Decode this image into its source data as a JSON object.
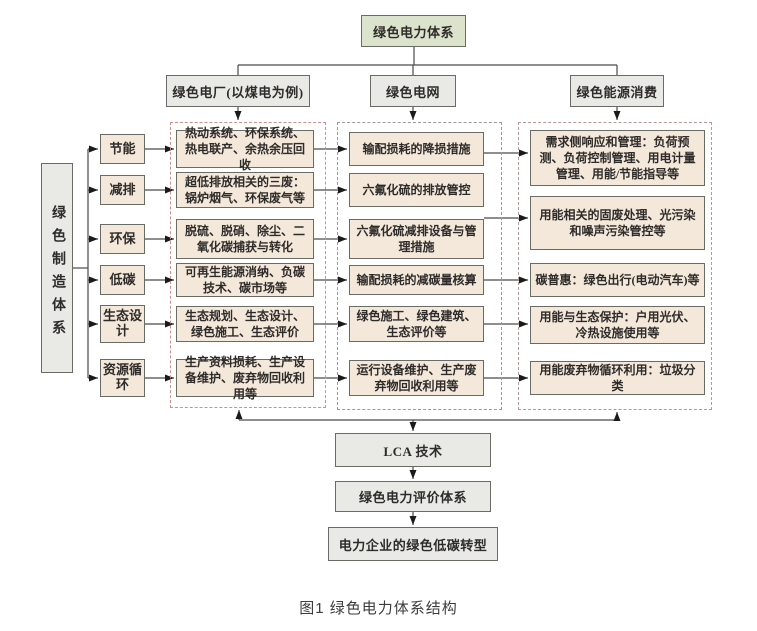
{
  "root": "绿色电力体系",
  "left_system": "绿色制造体系",
  "categories": [
    "节能",
    "减排",
    "环保",
    "低碳",
    "生态设计",
    "资源循环"
  ],
  "columns": [
    {
      "header": "绿色电厂(以煤电为例)",
      "boxes": [
        "热动系统、环保系统、热电联产、余热余压回收",
        "超低排放相关的三废：锅炉烟气、环保废气等",
        "脱硫、脱硝、除尘、二氧化碳捕获与转化",
        "可再生能源消纳、负碳技术、碳市场等",
        "生态规划、生态设计、绿色施工、生态评价",
        "生产资料损耗、生产设备维护、废弃物回收利用等"
      ]
    },
    {
      "header": "绿色电网",
      "boxes": [
        "输配损耗的降损措施",
        "六氟化硫的排放管控",
        "六氟化硫减排设备与管理措施",
        "输配损耗的减碳量核算",
        "绿色施工、绿色建筑、生态评价等",
        "运行设备维护、生产废弃物回收利用等"
      ]
    },
    {
      "header": "绿色能源消费",
      "boxes": [
        "需求侧响应和管理：负荷预测、负荷控制管理、用电计量管理、用能/节能指导等",
        "用能相关的固废处理、光污染和噪声污染管控等",
        "碳普惠：绿色出行(电动汽车)等",
        "用能与生态保护：户用光伏、冷热设施使用等",
        "用能废弃物循环利用：垃圾分类"
      ]
    }
  ],
  "bottom_chain": [
    "LCA 技术",
    "绿色电力评价体系",
    "电力企业的绿色低碳转型"
  ],
  "caption": "图1 绿色电力体系结构",
  "colors": {
    "root_fill": "#dce3cc",
    "gray_fill": "#e9e9e5",
    "tan_fill": "#f4e8da",
    "box_border": "#6b6b66",
    "dash_plant": "#cf8f8f",
    "dash_grid": "#9a9a98",
    "dash_consume": "#b39a96",
    "line": "#4a4a4a",
    "text": "#2e2c2a"
  }
}
